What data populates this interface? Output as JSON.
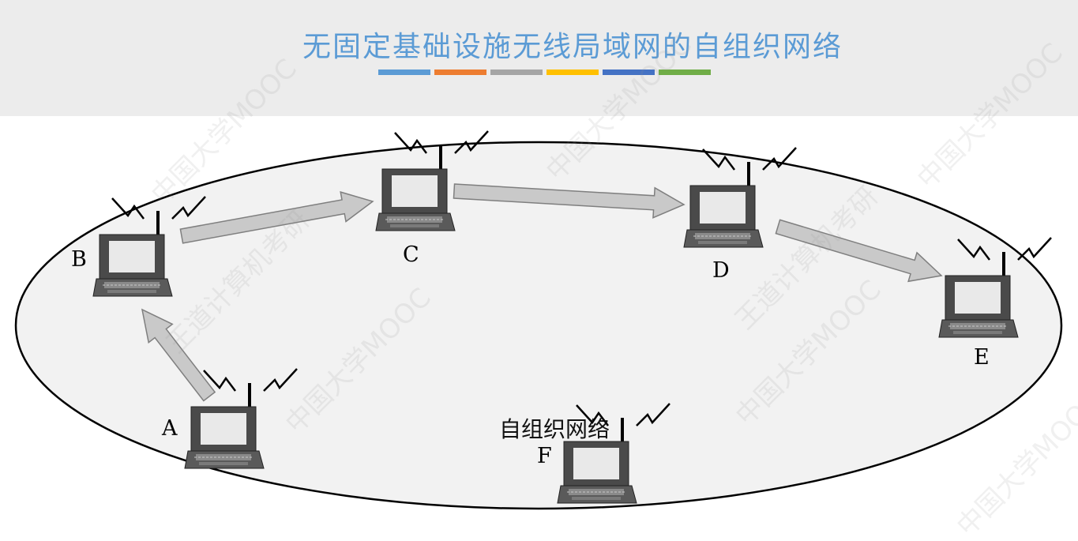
{
  "title": "无固定基础设施无线局域网的自组织网络",
  "title_bar_colors": [
    "#5b9bd5",
    "#ed7d31",
    "#a5a5a5",
    "#ffc000",
    "#4472c4",
    "#70ad47"
  ],
  "network_label": "自组织网络",
  "nodes": [
    {
      "id": "A",
      "label": "A"
    },
    {
      "id": "B",
      "label": "B"
    },
    {
      "id": "C",
      "label": "C"
    },
    {
      "id": "D",
      "label": "D"
    },
    {
      "id": "E",
      "label": "E"
    },
    {
      "id": "F",
      "label": "F"
    }
  ],
  "route": [
    "A",
    "B",
    "C",
    "D",
    "E"
  ],
  "colors": {
    "ellipse_fill": "#f2f2f2",
    "arrow_fill": "#c9c9c9",
    "arrow_stroke": "#7f7f7f",
    "title": "#5b9bd5",
    "laptop_body": "#4a4a4a",
    "laptop_screen": "#e9e9e9"
  },
  "watermarks": [
    "中国大学MOOC",
    "王道计算机考研"
  ]
}
